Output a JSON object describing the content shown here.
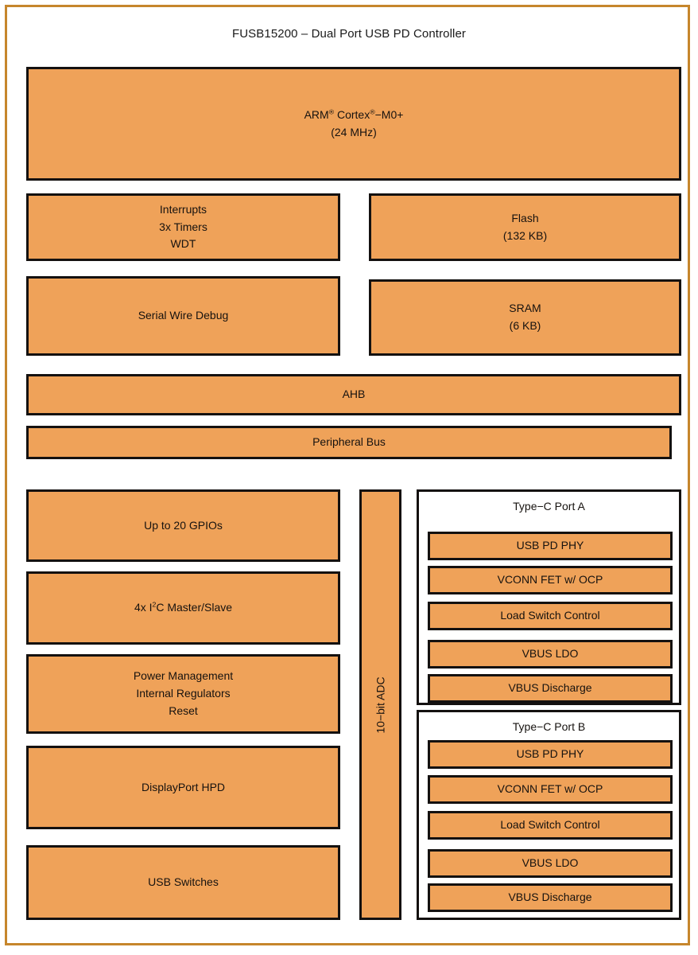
{
  "diagram": {
    "title": "FUSB15200 – Dual Port USB PD Controller",
    "type": "block-diagram",
    "colors": {
      "block_fill": "#efa259",
      "block_border": "#141110",
      "frame_border": "#c6862c",
      "background": "#ffffff",
      "text": "#16120f"
    }
  },
  "core": {
    "line1_prefix": "ARM",
    "line1_reg1": "®",
    "line1_mid": " Cortex",
    "line1_reg2": "®",
    "line1_suffix": "−M0+",
    "line2": "(24 MHz)"
  },
  "blocks": {
    "interrupts_timers": {
      "line1": "Interrupts",
      "line2": "3x Timers",
      "line3": "WDT"
    },
    "flash": {
      "line1": "Flash",
      "line2": "(132 KB)"
    },
    "serial_wire_debug": {
      "line1": "Serial Wire Debug"
    },
    "sram": {
      "line1": "SRAM",
      "line2": "(6 KB)"
    },
    "ahb": {
      "line1": "AHB"
    },
    "peripheral_bus": {
      "line1": "Peripheral Bus"
    },
    "gpios": {
      "line1": "Up to 20 GPIOs"
    },
    "i2c": {
      "prefix": "4x I",
      "sup": "2",
      "suffix": "C Master/Slave"
    },
    "power_management": {
      "line1": "Power Management",
      "line2": "Internal Regulators",
      "line3": "Reset"
    },
    "displayport_hpd": {
      "line1": "DisplayPort HPD"
    },
    "usb_switches": {
      "line1": "USB Switches"
    },
    "adc": {
      "label": "10−bit ADC",
      "orientation": "vertical"
    }
  },
  "ports": [
    {
      "title": "Type−C Port A",
      "items": [
        "USB PD PHY",
        "VCONN FET w/ OCP",
        "Load Switch Control",
        "VBUS LDO",
        "VBUS Discharge"
      ]
    },
    {
      "title": "Type−C Port B",
      "items": [
        "USB PD PHY",
        "VCONN FET w/ OCP",
        "Load Switch Control",
        "VBUS LDO",
        "VBUS Discharge"
      ]
    }
  ]
}
